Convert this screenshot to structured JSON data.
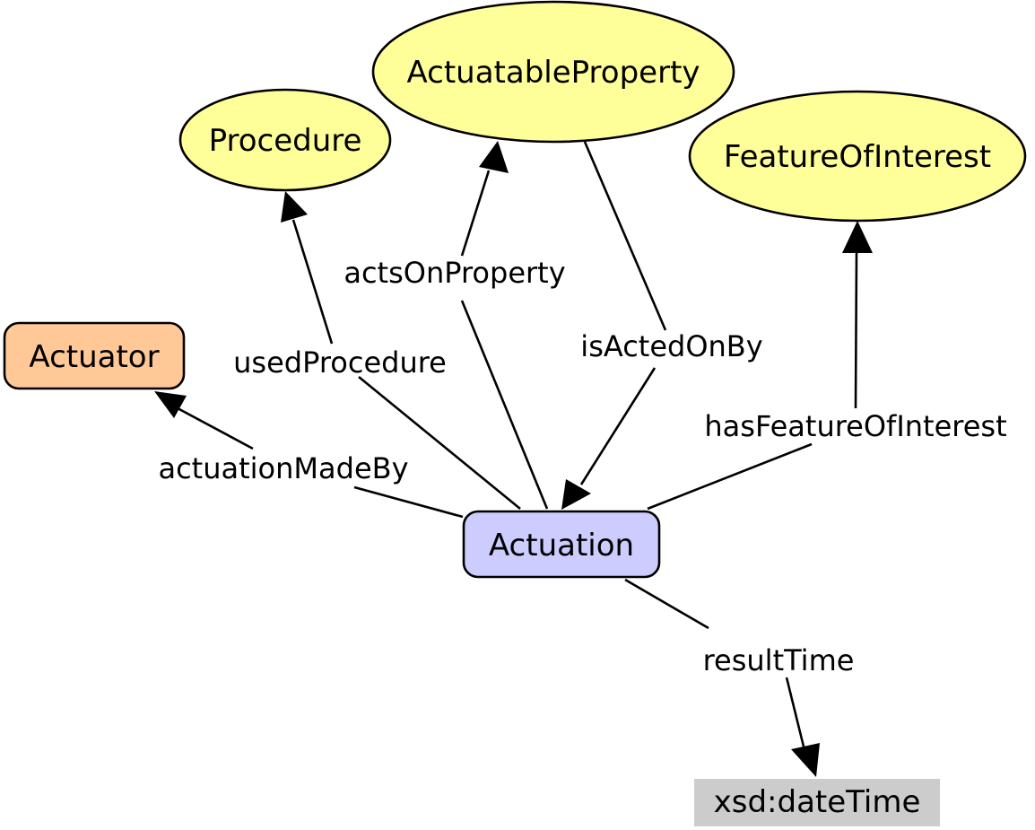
{
  "colors": {
    "class_fill": "#ffff99",
    "actuation_fill": "#ccccff",
    "actuator_fill": "#ffc896",
    "literal_fill": "#cccccc",
    "stroke": "#000000"
  },
  "nodes": {
    "actuatable_property": {
      "label": "ActuatableProperty",
      "shape": "ellipse"
    },
    "procedure": {
      "label": "Procedure",
      "shape": "ellipse"
    },
    "feature_of_interest": {
      "label": "FeatureOfInterest",
      "shape": "ellipse"
    },
    "actuator": {
      "label": "Actuator",
      "shape": "rounded-rect"
    },
    "actuation": {
      "label": "Actuation",
      "shape": "rounded-rect"
    },
    "xsd_datetime": {
      "label": "xsd:dateTime",
      "shape": "rect"
    }
  },
  "edges": {
    "acts_on_property": {
      "label": "actsOnProperty",
      "from": "Actuation",
      "to": "ActuatableProperty"
    },
    "is_acted_on_by": {
      "label": "isActedOnBy",
      "from": "ActuatableProperty",
      "to": "Actuation"
    },
    "used_procedure": {
      "label": "usedProcedure",
      "from": "Actuation",
      "to": "Procedure"
    },
    "has_feature_of_interest": {
      "label": "hasFeatureOfInterest",
      "from": "Actuation",
      "to": "FeatureOfInterest"
    },
    "actuation_made_by": {
      "label": "actuationMadeBy",
      "from": "Actuation",
      "to": "Actuator"
    },
    "result_time": {
      "label": "resultTime",
      "from": "Actuation",
      "to": "xsd:dateTime"
    }
  }
}
